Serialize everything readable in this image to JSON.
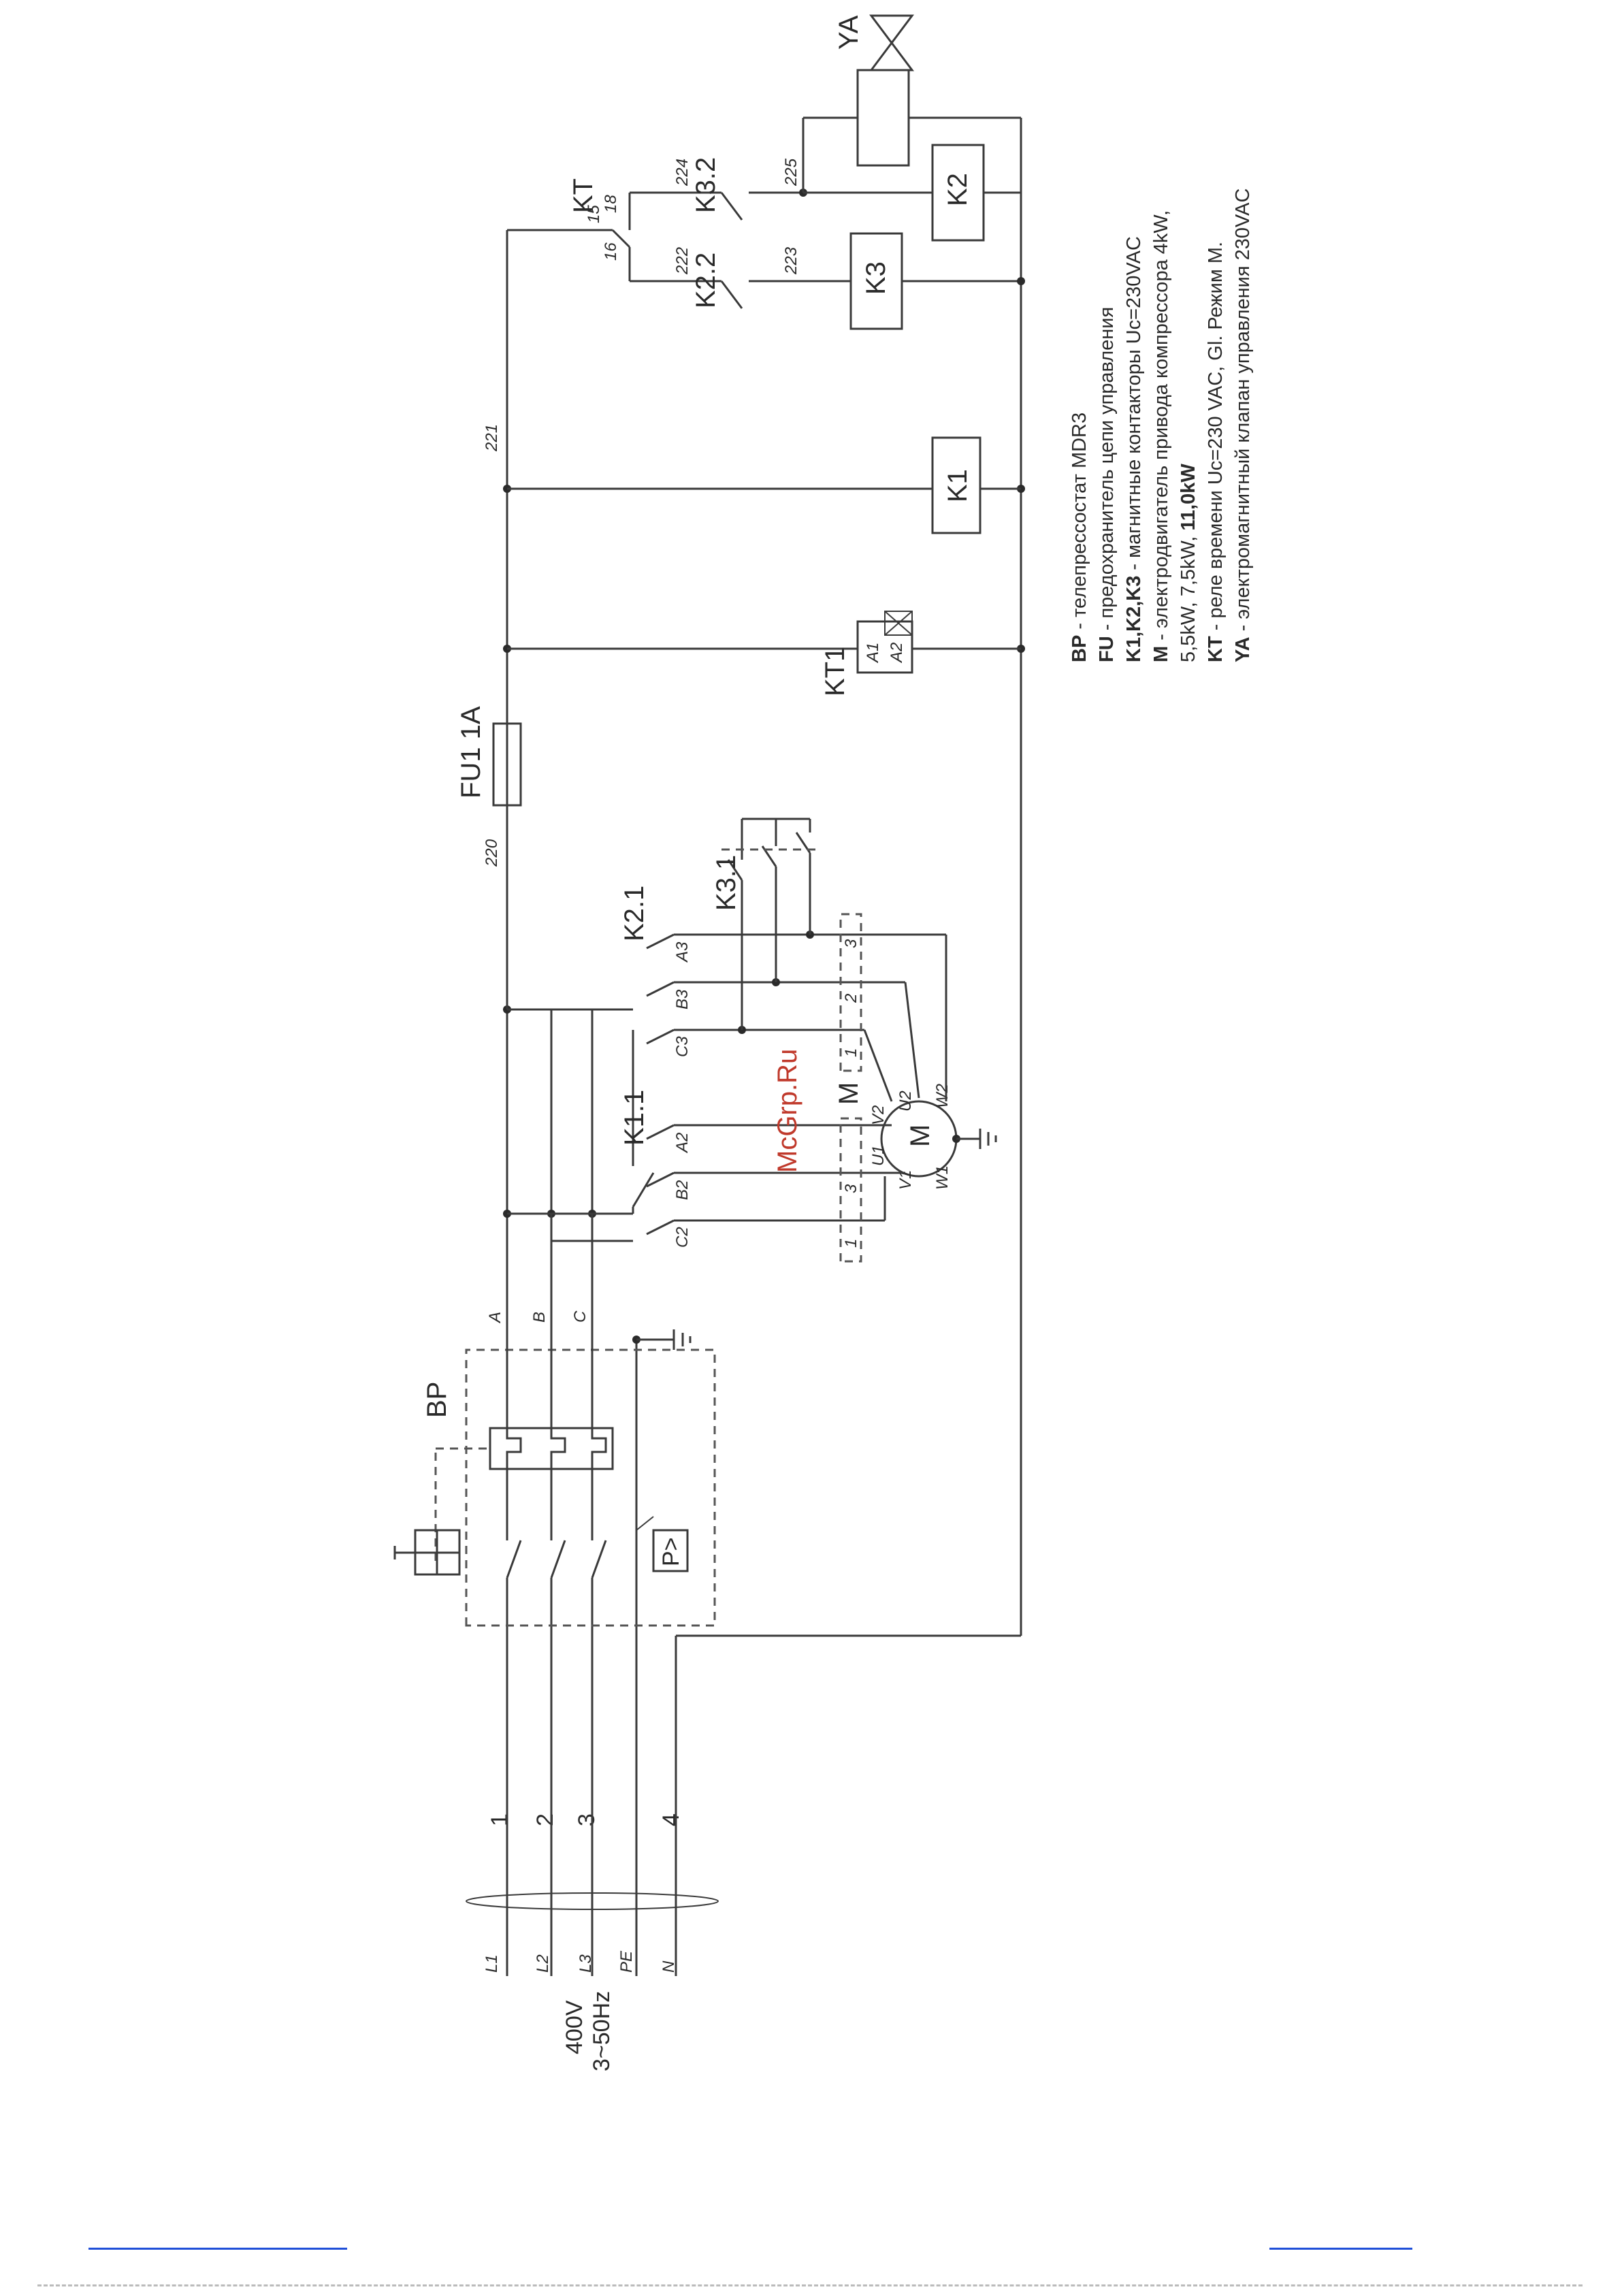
{
  "supply": {
    "terminals": [
      "L1",
      "L2",
      "L3",
      "PE",
      "N"
    ],
    "numbers": [
      "1",
      "2",
      "3",
      "4"
    ],
    "voltage": "400V",
    "frequency": "3~50Hz"
  },
  "pressure_switch": {
    "label": "BP",
    "sensor": "P>"
  },
  "phases": [
    "A",
    "B",
    "C"
  ],
  "contactors": {
    "k1_1": "K1.1",
    "k2_1": "K2.1",
    "k3_1": "K3.1",
    "k1_terms": [
      "A2",
      "B2",
      "C2"
    ],
    "k2_terms": [
      "A3",
      "B3",
      "C3"
    ]
  },
  "motor": {
    "label": "M",
    "symbol": "M",
    "terms": [
      "U1",
      "V1",
      "W1",
      "U2",
      "V2",
      "W2"
    ],
    "box_numbers": [
      "1",
      "2",
      "3"
    ]
  },
  "fuse": {
    "label": "FU1 1A",
    "wire_in": "220",
    "wire_out": "221"
  },
  "timer": {
    "label": "KT1",
    "terms": [
      "A1",
      "A2"
    ]
  },
  "coils": {
    "k1": "K1",
    "k2": "K2",
    "k3": "K3"
  },
  "control_contacts": {
    "kt": "KT",
    "kt_terms": [
      "15",
      "16",
      "18"
    ],
    "k2_2": "K2.2",
    "k3_2": "K3.2",
    "wires": [
      "222",
      "223",
      "224",
      "225"
    ]
  },
  "valve": {
    "label": "YA"
  },
  "watermark": "McGrp.Ru",
  "legend": [
    {
      "key": "BP",
      "text": " - телепрессостат MDR3"
    },
    {
      "key": "FU",
      "text": " - предохранитель цепи управления"
    },
    {
      "key": "K1,K2,K3",
      "text": " - магнитные контакторы Uc=230VAC"
    },
    {
      "key": "M",
      "text": " - электродвигатель привода компрессора 4kW,"
    },
    {
      "key": "",
      "text": "5,5kW, 7,5kW, ",
      "bold_tail": "11,0kW"
    },
    {
      "key": "KT",
      "text": " - реле времени Uc=230 VAC, Gl. Режим M."
    },
    {
      "key": "YA",
      "text": " - электромагнитный клапан управления  230VAC"
    }
  ]
}
